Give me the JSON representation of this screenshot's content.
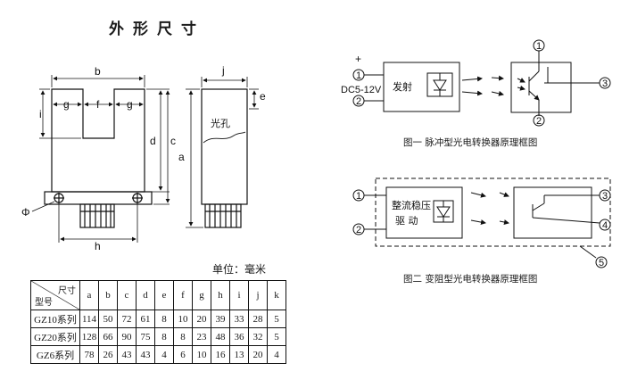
{
  "title": "外形尺寸",
  "dimension_labels": {
    "b": "b",
    "g": "g",
    "f": "f",
    "i": "i",
    "d": "d",
    "c": "c",
    "j": "j",
    "e": "e",
    "a": "a",
    "h": "h",
    "phi": "Φ",
    "light_hole": "光孔"
  },
  "unit": "单位：毫米",
  "table": {
    "header_top": "尺寸",
    "header_bottom": "型号",
    "columns": [
      "a",
      "b",
      "c",
      "d",
      "e",
      "f",
      "g",
      "h",
      "i",
      "j",
      "k"
    ],
    "rows": [
      {
        "model": "GZ10系列",
        "values": [
          "114",
          "50",
          "72",
          "61",
          "8",
          "10",
          "20",
          "39",
          "33",
          "28",
          "5"
        ]
      },
      {
        "model": "GZ20系列",
        "values": [
          "128",
          "66",
          "90",
          "75",
          "8",
          "8",
          "23",
          "48",
          "36",
          "32",
          "5"
        ]
      },
      {
        "model": "GZ6系列",
        "values": [
          "78",
          "26",
          "43",
          "43",
          "4",
          "6",
          "10",
          "16",
          "13",
          "20",
          "4"
        ]
      }
    ]
  },
  "diagram1": {
    "plus": "+",
    "voltage": "DC5-12V",
    "minus": "−",
    "emitter_label": "发射",
    "pins": [
      "1",
      "2",
      "1",
      "3",
      "2"
    ],
    "caption": "图一 脉冲型光电转换器原理框图"
  },
  "diagram2": {
    "driver_label_line1": "整流稳压",
    "driver_label_line2": "驱    动",
    "pins": [
      "1",
      "2",
      "3",
      "4",
      "5"
    ],
    "caption": "图二 变阻型光电转换器原理框图"
  }
}
